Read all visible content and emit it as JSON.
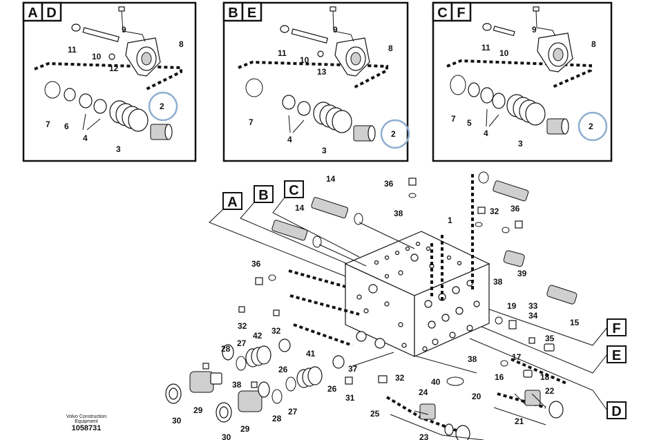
{
  "panels": [
    {
      "tags": [
        "A",
        "D"
      ],
      "labels": [
        "9",
        "8",
        "11",
        "10",
        "12",
        "7",
        "6",
        "4",
        "3",
        "2"
      ]
    },
    {
      "tags": [
        "B",
        "E"
      ],
      "labels": [
        "9",
        "8",
        "11",
        "10",
        "13",
        "7",
        "4",
        "3",
        "2"
      ]
    },
    {
      "tags": [
        "C",
        "F"
      ],
      "labels": [
        "9",
        "8",
        "11",
        "10",
        "7",
        "5",
        "4",
        "3",
        "2"
      ]
    }
  ],
  "callouts": [
    "A",
    "B",
    "C",
    "F",
    "E",
    "D"
  ],
  "labels": [
    "14",
    "36",
    "38",
    "14",
    "32",
    "36",
    "1",
    "39",
    "36",
    "38",
    "15",
    "19",
    "33",
    "34",
    "35",
    "32",
    "32",
    "28",
    "27",
    "42",
    "26",
    "41",
    "38",
    "37",
    "32",
    "26",
    "31",
    "38",
    "17",
    "16",
    "18",
    "22",
    "40",
    "20",
    "29",
    "30",
    "28",
    "27",
    "29",
    "30",
    "25",
    "24",
    "23",
    "21"
  ],
  "footer": {
    "company_line1": "Volvo Construction",
    "company_line2": "Equipment",
    "drawing_number": "1058731"
  },
  "colors": {
    "highlight": "#8eadd0",
    "line": "#111111"
  }
}
